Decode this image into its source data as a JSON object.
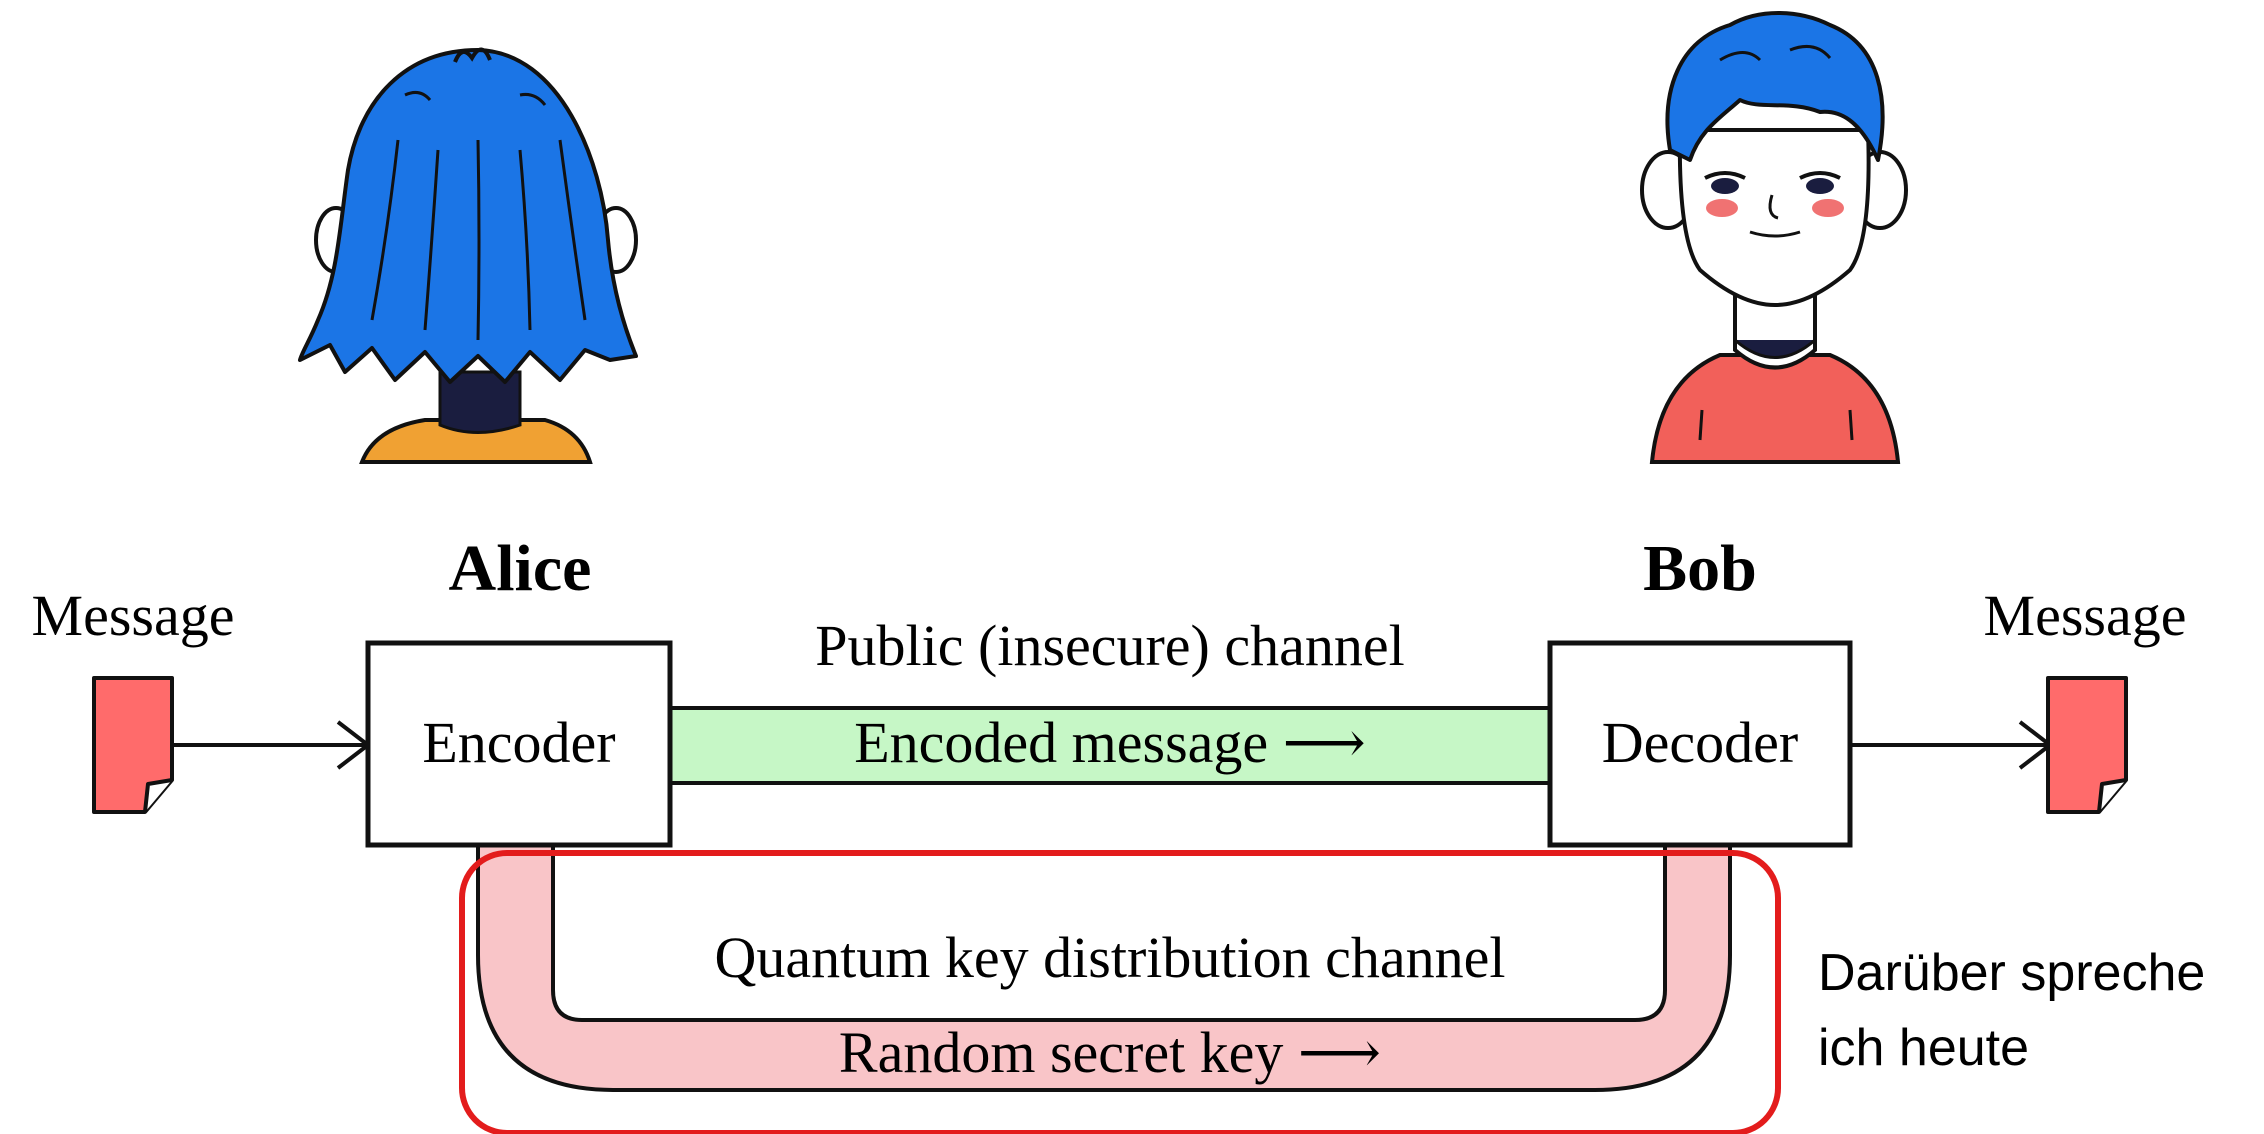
{
  "diagram": {
    "sender": {
      "name": "Alice",
      "component": "Encoder"
    },
    "receiver": {
      "name": "Bob",
      "component": "Decoder"
    },
    "input_message_label": "Message",
    "output_message_label": "Message",
    "public_channel": {
      "title": "Public (insecure) channel",
      "content": "Encoded message ⟶"
    },
    "quantum_channel": {
      "title": "Quantum key distribution channel",
      "content": "Random secret key ⟶"
    },
    "annotation": {
      "line1": "Darüber spreche",
      "line2": "ich heute"
    }
  },
  "colors": {
    "public_channel_fill": "#c6f7c6",
    "quantum_channel_fill": "#f9c5c8",
    "document_fill": "#ff6b6b",
    "highlight_border": "#e31c1c",
    "alice_hair": "#1b75e6",
    "alice_shirt": "#f0a133",
    "bob_hair": "#1b75e6",
    "bob_shirt": "#f2605a",
    "bob_cheek": "#f07272"
  }
}
